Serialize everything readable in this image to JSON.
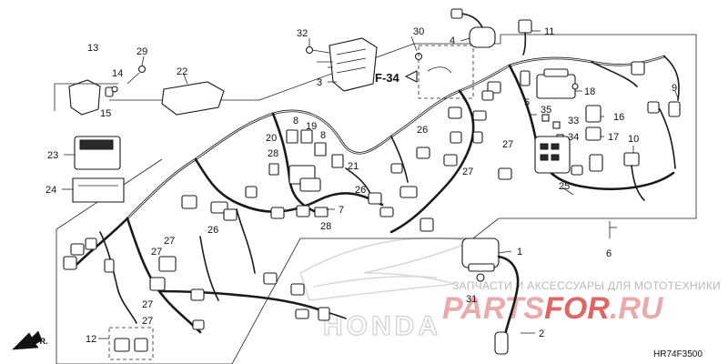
{
  "callouts": [
    "1",
    "2",
    "3",
    "4",
    "5",
    "6",
    "7",
    "8",
    "8",
    "9",
    "10",
    "11",
    "12",
    "13",
    "14",
    "15",
    "16",
    "17",
    "18",
    "19",
    "20",
    "21",
    "22",
    "23",
    "24",
    "25",
    "26",
    "26",
    "26",
    "27",
    "27",
    "27",
    "27",
    "27",
    "27",
    "28",
    "28",
    "29",
    "30",
    "31",
    "32",
    "33",
    "34",
    "35"
  ],
  "reference": "F-34",
  "direction": "FR.",
  "diagram_code": "HR74F3500",
  "watermark": {
    "caption": "ЗАПЧАСТИ И АКСЕССУАРЫ ДЛЯ МОТОТЕХНИКИ",
    "logo_main": "PARTS",
    "logo_accent": "FOR",
    "logo_tail": ".RU",
    "brand": "HONDA"
  }
}
